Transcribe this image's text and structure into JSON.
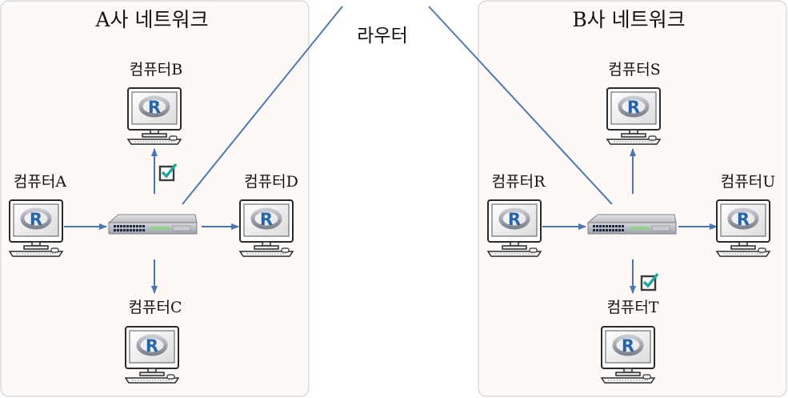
{
  "networks": [
    {
      "title": "A사 네트워크"
    },
    {
      "title": "B사 네트워크"
    }
  ],
  "router": {
    "label": "라우터"
  },
  "computers": {
    "A": "컴퓨터A",
    "B": "컴퓨터B",
    "C": "컴퓨터C",
    "D": "컴퓨터D",
    "R": "컴퓨터R",
    "S": "컴퓨터S",
    "T": "컴퓨터T",
    "U": "컴퓨터U"
  },
  "screen_logo": "R",
  "colors": {
    "panel_bg": "#fcf9f7",
    "panel_border": "#c9c9c9",
    "link": "#4f79b8",
    "arrow": "#4a74b4",
    "check": "#19a89a"
  },
  "icons": [
    "computer-icon",
    "switch-icon",
    "checkbox-checked-icon"
  ]
}
